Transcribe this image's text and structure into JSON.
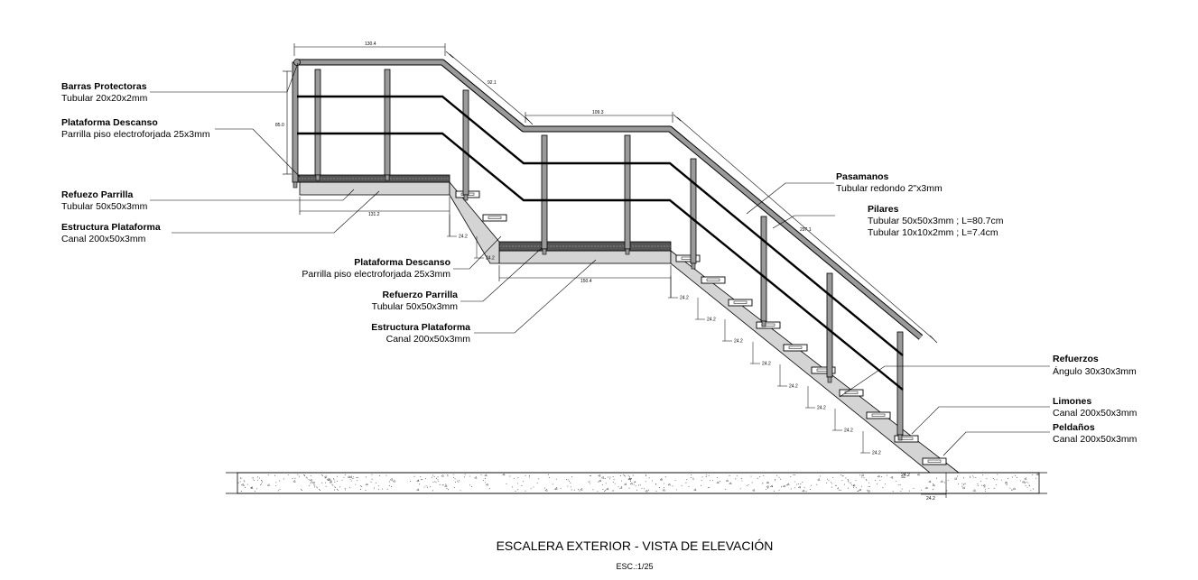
{
  "caption": {
    "title": "ESCALERA EXTERIOR - VISTA DE ELEVACIÓN",
    "scale": "ESC.:1/25"
  },
  "labels": [
    {
      "title": "Barras Protectoras",
      "lines": [
        "Tubular 20x20x2mm"
      ]
    },
    {
      "title": "Plataforma Descanso",
      "lines": [
        "Parrilla piso electroforjada 25x3mm"
      ]
    },
    {
      "title": "Refuezo Parrilla",
      "lines": [
        "Tubular 50x50x3mm"
      ]
    },
    {
      "title": "Estructura Plataforma",
      "lines": [
        "Canal 200x50x3mm"
      ]
    },
    {
      "title": "Plataforma Descanso",
      "lines": [
        "Parrilla piso electroforjada 25x3mm"
      ]
    },
    {
      "title": "Refuerzo Parrilla",
      "lines": [
        "Tubular 50x50x3mm"
      ]
    },
    {
      "title": "Estructura Plataforma",
      "lines": [
        "Canal 200x50x3mm"
      ]
    },
    {
      "title": "Pasamanos",
      "lines": [
        "Tubular redondo 2\"x3mm"
      ]
    },
    {
      "title": "Pilares",
      "lines": [
        "Tubular 50x50x3mm ; L=80.7cm",
        "Tubular 10x10x2mm ; L=7.4cm"
      ]
    },
    {
      "title": "Refuerzos",
      "lines": [
        "Ángulo 30x30x3mm"
      ]
    },
    {
      "title": "Limones",
      "lines": [
        "Canal 200x50x3mm"
      ]
    },
    {
      "title": "Peldaños",
      "lines": [
        "Canal 200x50x3mm"
      ]
    }
  ],
  "dimensions": {
    "top_platform_width": "130.4",
    "upper_flight_slope": "92.1",
    "mid_platform_top": "109.3",
    "lower_flight_slope": "297.1",
    "railing_height": "85.0",
    "top_platform_base": "131.2",
    "mid_platform_base": "150.4",
    "riser": "24.2",
    "risers_upper": [
      "24.2",
      "24.2"
    ],
    "risers_lower": [
      "24.2",
      "24.2",
      "24.2",
      "24.2",
      "24.2",
      "24.2",
      "24.2",
      "24.2",
      "24.2",
      "24.2"
    ],
    "bottom_riser": "24.2",
    "bottom_tread": "24.2"
  },
  "colors": {
    "line": "#000000",
    "stringer_fill": "#d4d4d4",
    "grating_fill": "#555555",
    "post_fill": "#9a9a9a",
    "concrete_dot": "#333333"
  }
}
